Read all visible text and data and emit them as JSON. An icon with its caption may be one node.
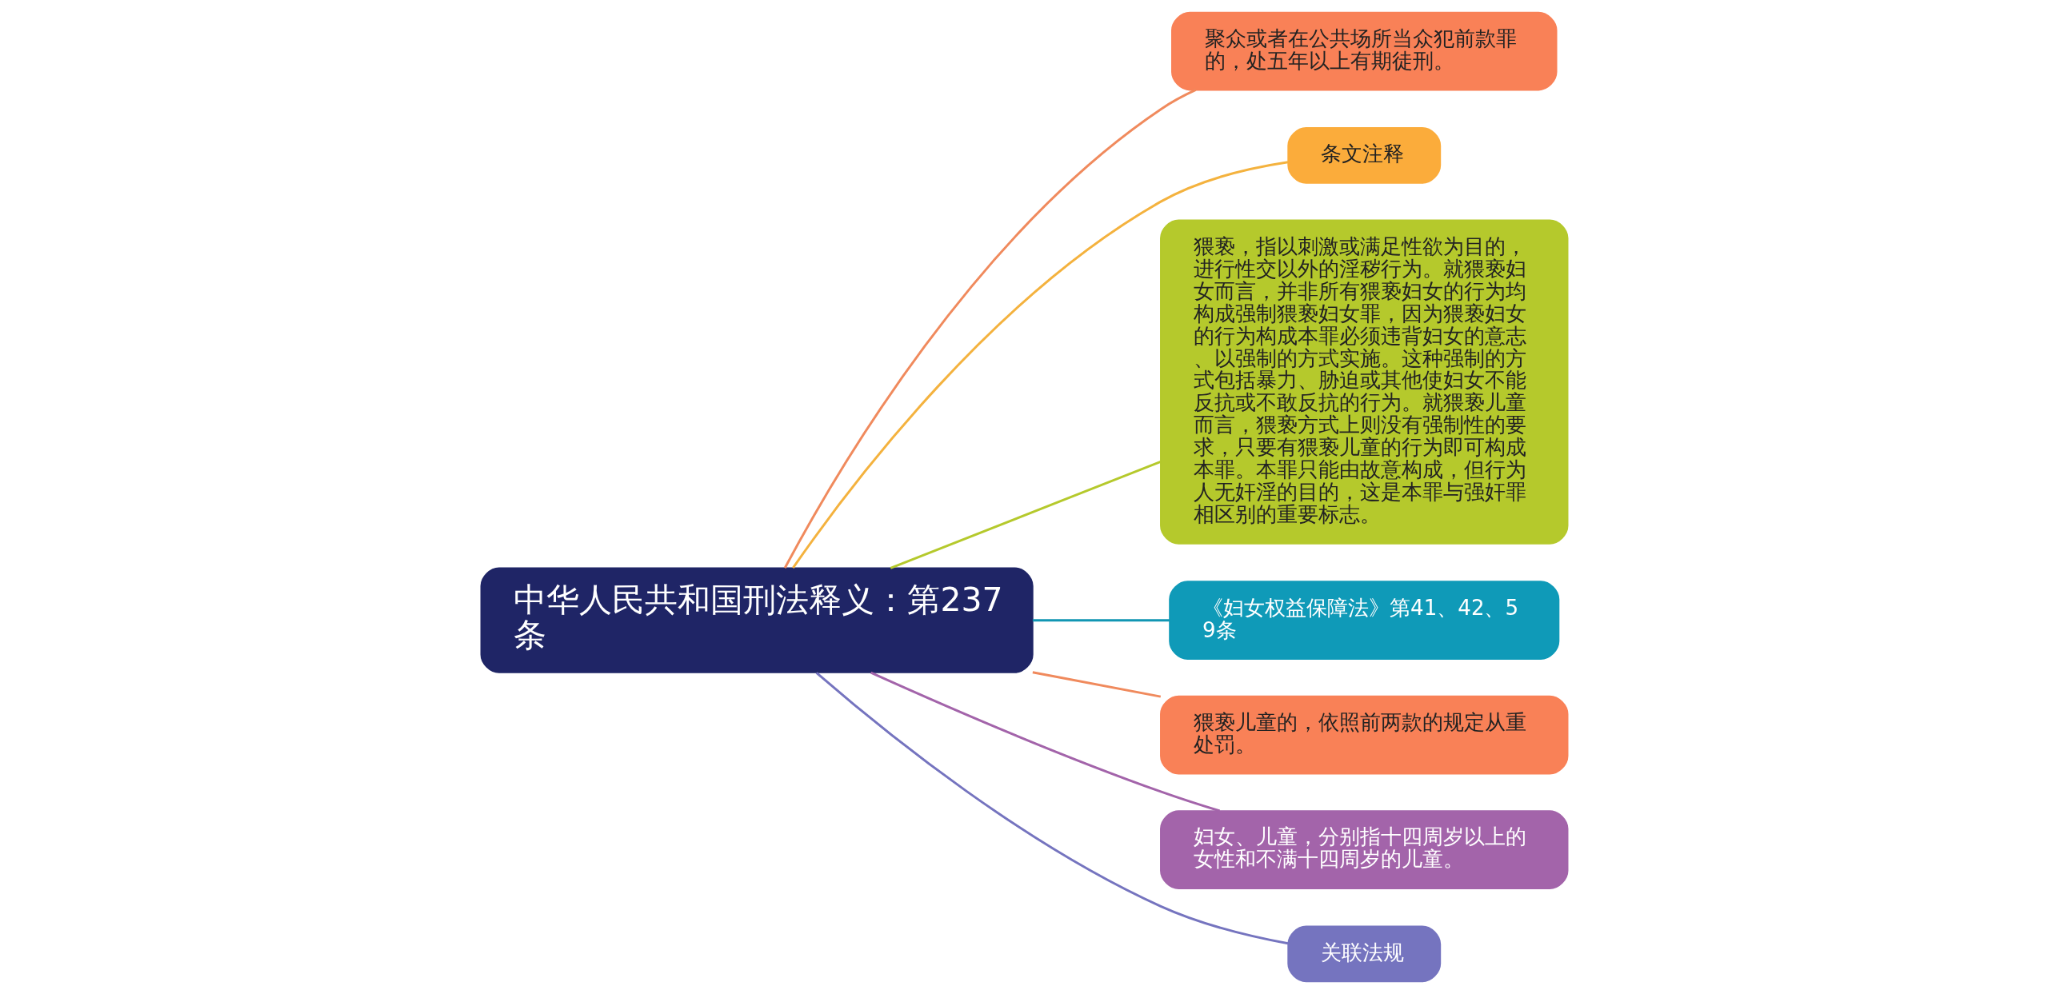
{
  "diagram": {
    "nodes": [
      {
        "text": [
          "中华人民共和国刑法释义：第237条"
        ]
      },
      {
        "text": [
          "聚众或者在公共场所当众犯前款罪的，处五年以上有期徒刑。"
        ]
      },
      {
        "text": [
          "条文注释"
        ]
      },
      {
        "text": [
          "猥亵，指以刺激或满足性欲为目的，进行性交以外的淫秽行为。就猥亵妇女而言，并非所有猥亵妇女的行为均构成强制猥亵妇女罪，因为猥亵妇女的行为构成本罪必须违背妇女的意志、以强制的方式实施。这种强制的方式包括暴力、胁迫或其他使妇女不能反抗或不敢反抗的行为。就猥亵儿童而言，猥亵方式上则没有强制性的要求，只要有猥亵儿童的行为即可构成本罪。本罪只能由故意构成，但行为人无奸淫的目的，这是本罪与强奸罪相区别的重要标志。"
        ]
      },
      {
        "text": [
          "《妇女权益保障法》第41、42、59条"
        ]
      },
      {
        "text": [
          "猥亵儿童的，依照前两款的规定从重处罚。"
        ]
      },
      {
        "text": [
          "妇女、儿童，分别指十四周岁以上的女性和不满十四周岁的儿童。"
        ]
      },
      {
        "text": [
          "关联法规"
        ]
      }
    ],
    "edges": [
      {
        "from": 0,
        "to": 1,
        "arrow": "none",
        "color": "#f08a5d"
      },
      {
        "from": 0,
        "to": 2,
        "arrow": "none",
        "color": "#f4b23e"
      },
      {
        "from": 0,
        "to": 3,
        "arrow": "none",
        "color": "#b5c92c"
      },
      {
        "from": 0,
        "to": 4,
        "arrow": "none",
        "color": "#1196b3"
      },
      {
        "from": 0,
        "to": 5,
        "arrow": "none",
        "color": "#f08a5d"
      },
      {
        "from": 0,
        "to": 6,
        "arrow": "none",
        "color": "#a364aa"
      },
      {
        "from": 0,
        "to": 7,
        "arrow": "none",
        "color": "#7574bf"
      }
    ]
  }
}
